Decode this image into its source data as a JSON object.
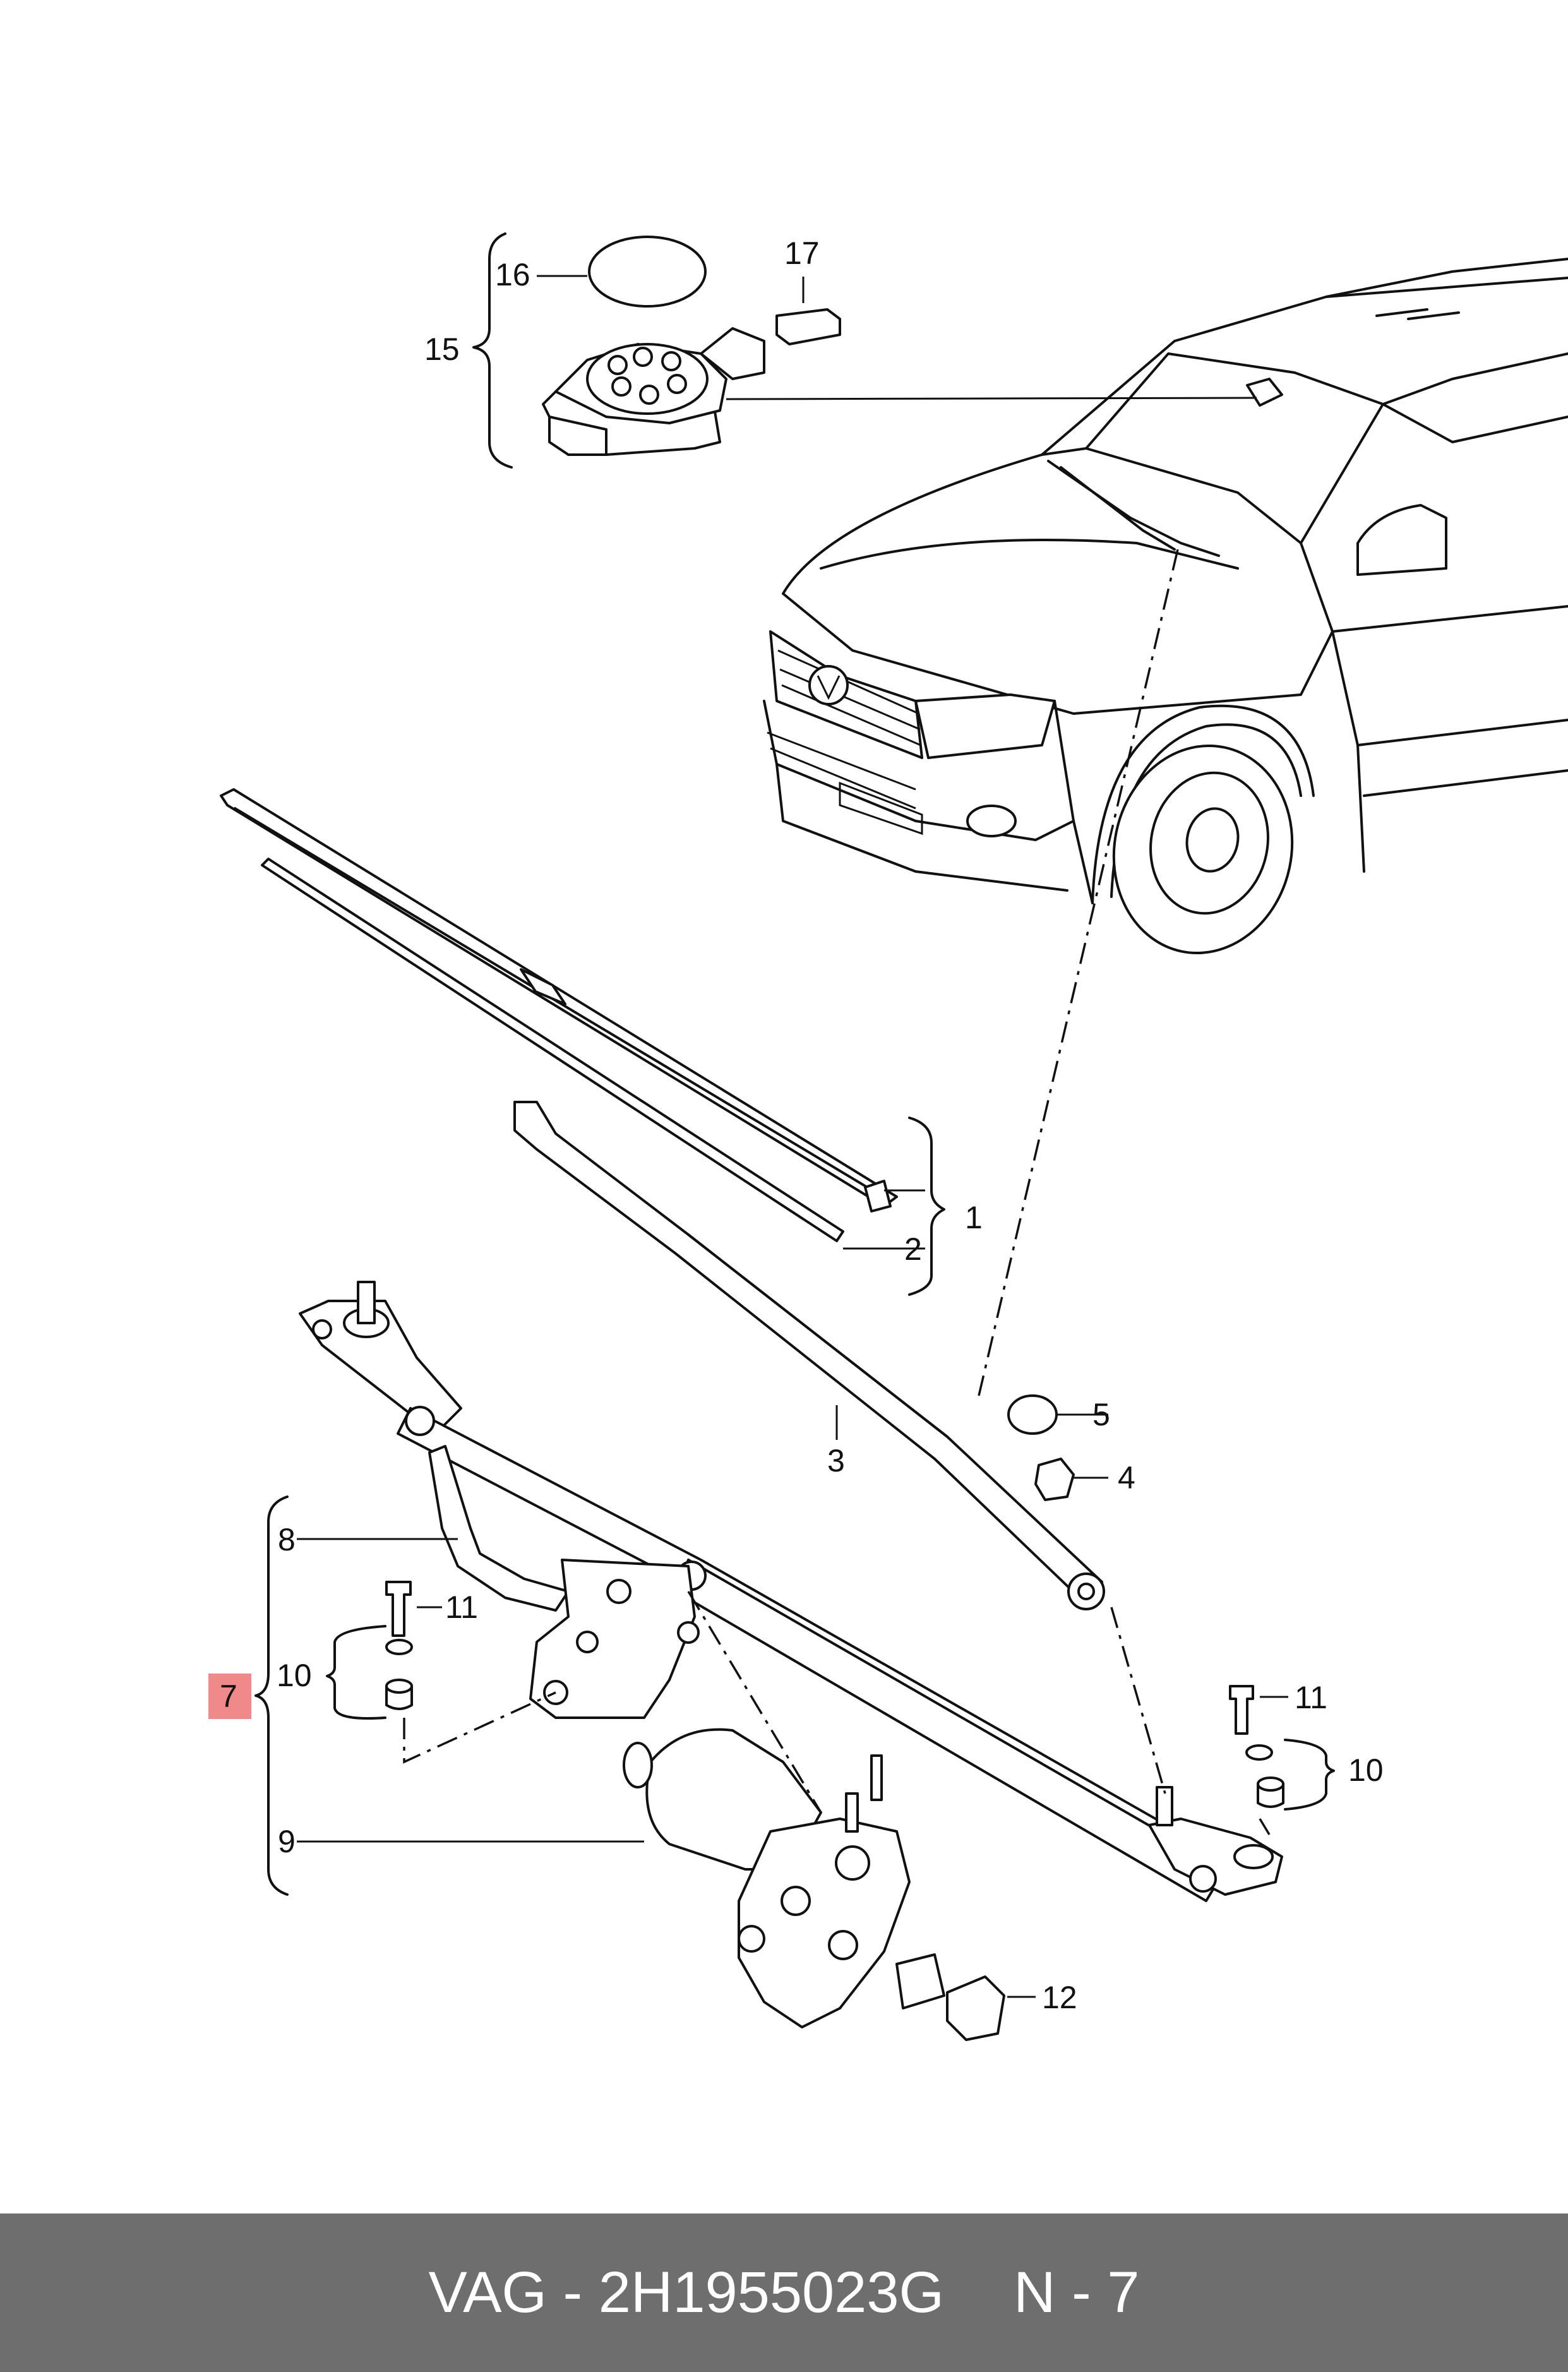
{
  "callouts": {
    "c1": "1",
    "c2": "2",
    "c3": "3",
    "c4": "4",
    "c5": "5",
    "c7": "7",
    "c8": "8",
    "c9": "9",
    "c10_left": "10",
    "c10_right": "10",
    "c11_left": "11",
    "c11_right": "11",
    "c12": "12",
    "c15": "15",
    "c16": "16",
    "c17": "17"
  },
  "highlight_color": "#f08a8a",
  "footer": {
    "part_label": "VAG - 2H1955023G",
    "page_label": "N - 7"
  }
}
